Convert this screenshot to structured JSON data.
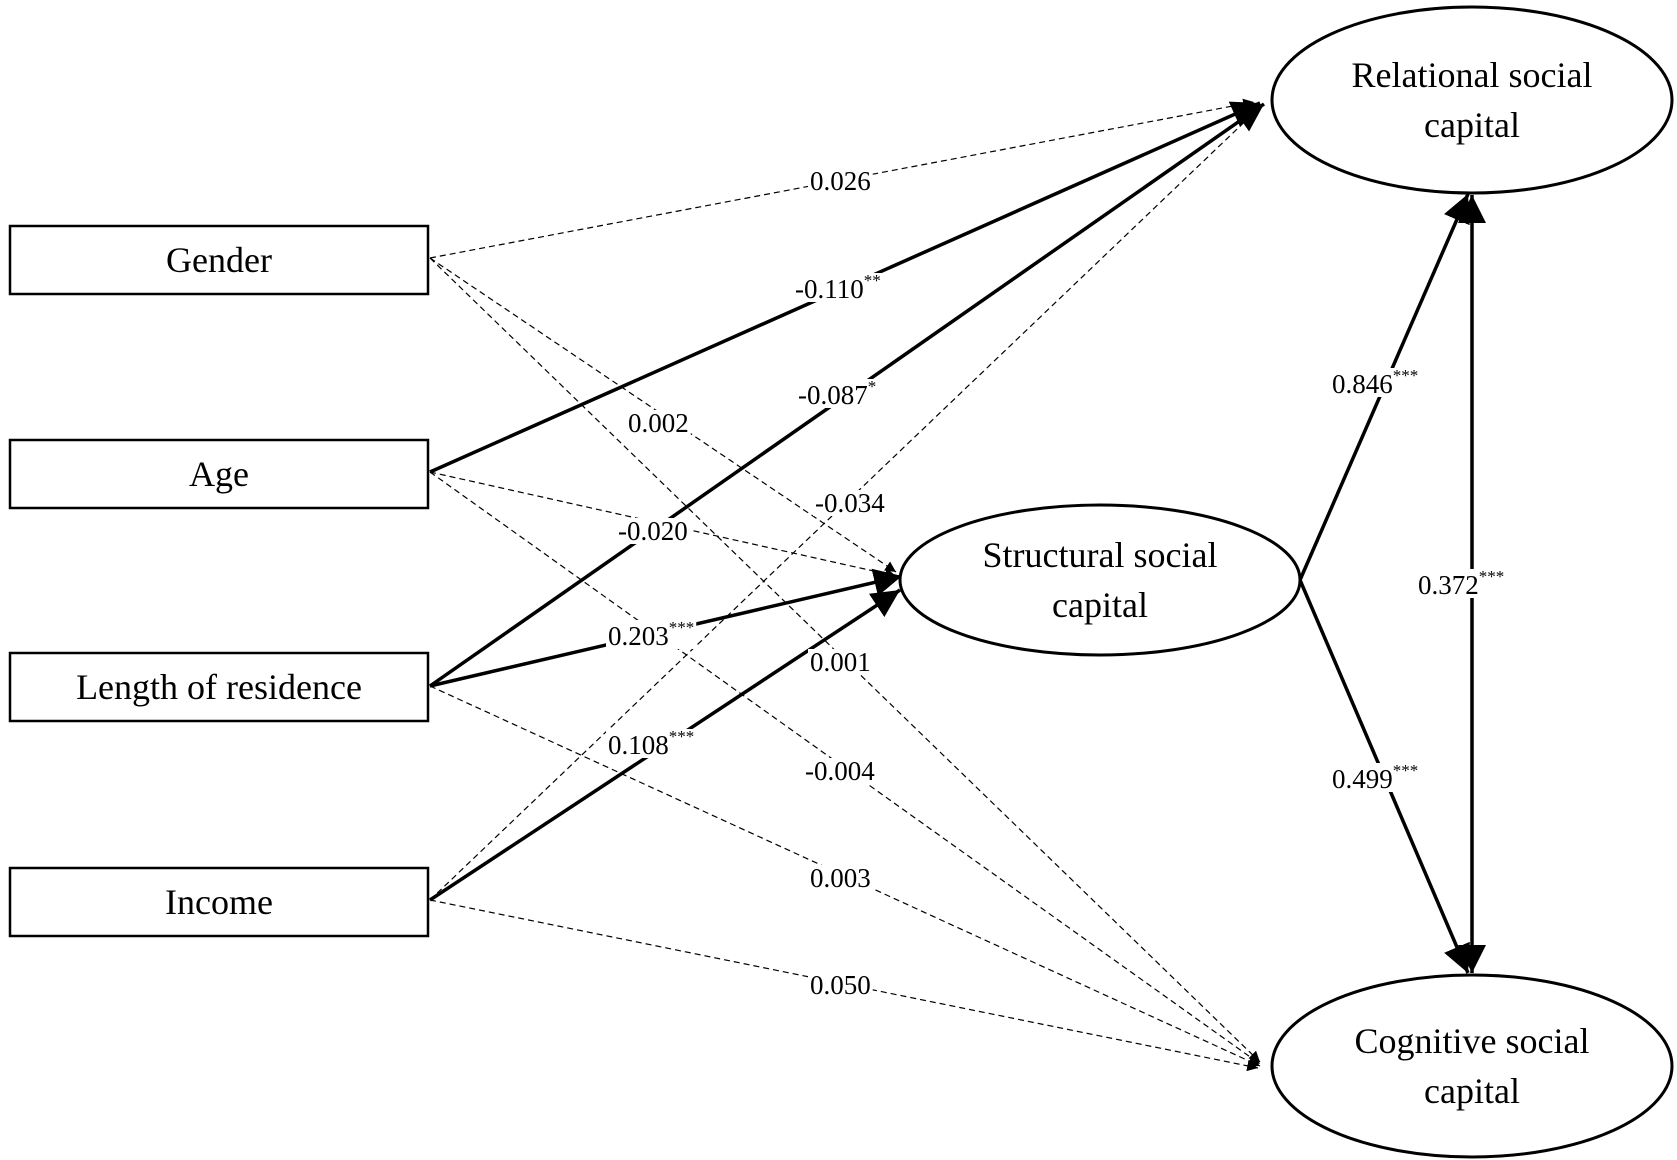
{
  "colors": {
    "line": "#000000",
    "background": "#ffffff"
  },
  "nodes": {
    "gender": {
      "type": "rect",
      "lines": [
        "Gender"
      ]
    },
    "age": {
      "type": "rect",
      "lines": [
        "Age"
      ]
    },
    "residence": {
      "type": "rect",
      "lines": [
        "Length of residence"
      ]
    },
    "income": {
      "type": "rect",
      "lines": [
        "Income"
      ]
    },
    "structural": {
      "type": "ellipse",
      "lines": [
        "Structural social",
        "capital"
      ]
    },
    "relational": {
      "type": "ellipse",
      "lines": [
        "Relational social",
        "capital"
      ]
    },
    "cognitive": {
      "type": "ellipse",
      "lines": [
        "Cognitive social",
        "capital"
      ]
    }
  },
  "paths": [
    {
      "from": "gender",
      "to": "relational",
      "coef": "0.026",
      "sig": "",
      "significant": false
    },
    {
      "from": "age",
      "to": "relational",
      "coef": "-0.110",
      "sig": "**",
      "significant": true
    },
    {
      "from": "residence",
      "to": "relational",
      "coef": "-0.087",
      "sig": "*",
      "significant": true
    },
    {
      "from": "gender",
      "to": "structural",
      "coef": "0.002",
      "sig": "",
      "significant": false
    },
    {
      "from": "income",
      "to": "relational",
      "coef": "-0.034",
      "sig": "",
      "significant": false
    },
    {
      "from": "age",
      "to": "structural",
      "coef": "-0.020",
      "sig": "",
      "significant": false
    },
    {
      "from": "residence",
      "to": "structural",
      "coef": "0.203",
      "sig": "***",
      "significant": true
    },
    {
      "from": "gender",
      "to": "cognitive",
      "coef": "0.001",
      "sig": "",
      "significant": false
    },
    {
      "from": "income",
      "to": "structural",
      "coef": "0.108",
      "sig": "***",
      "significant": true
    },
    {
      "from": "age",
      "to": "cognitive",
      "coef": "-0.004",
      "sig": "",
      "significant": false
    },
    {
      "from": "residence",
      "to": "cognitive",
      "coef": "0.003",
      "sig": "",
      "significant": false
    },
    {
      "from": "income",
      "to": "cognitive",
      "coef": "0.050",
      "sig": "",
      "significant": false
    },
    {
      "from": "structural",
      "to": "relational",
      "coef": "0.846",
      "sig": "***",
      "significant": true
    },
    {
      "from": "structural",
      "to": "cognitive",
      "coef": "0.499",
      "sig": "***",
      "significant": true
    },
    {
      "from": "relational",
      "to": "cognitive",
      "coef": "0.372",
      "sig": "***",
      "significant": true,
      "bidirectional": true
    }
  ]
}
